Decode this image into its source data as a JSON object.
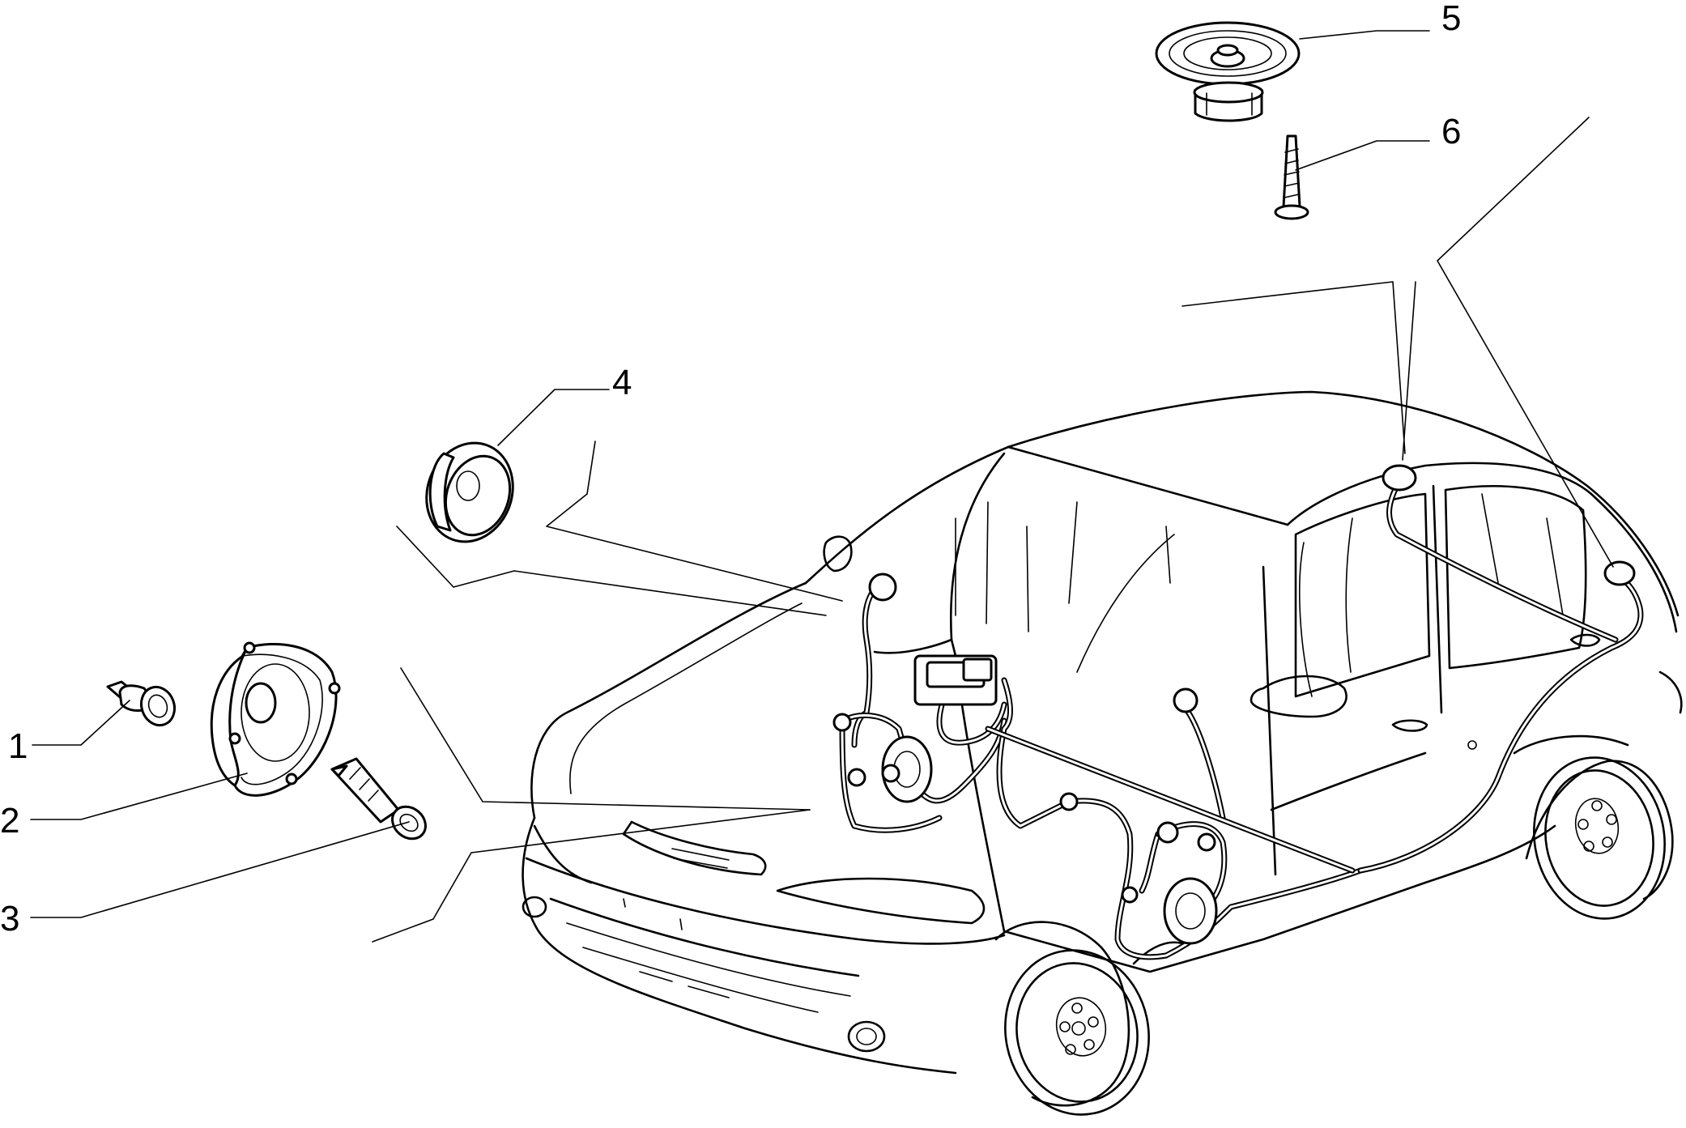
{
  "callouts": [
    {
      "number": "1",
      "part": "clip"
    },
    {
      "number": "2",
      "part": "front-door-speaker"
    },
    {
      "number": "3",
      "part": "screw"
    },
    {
      "number": "4",
      "part": "tweeter"
    },
    {
      "number": "5",
      "part": "rear-speaker"
    },
    {
      "number": "6",
      "part": "screw"
    }
  ]
}
